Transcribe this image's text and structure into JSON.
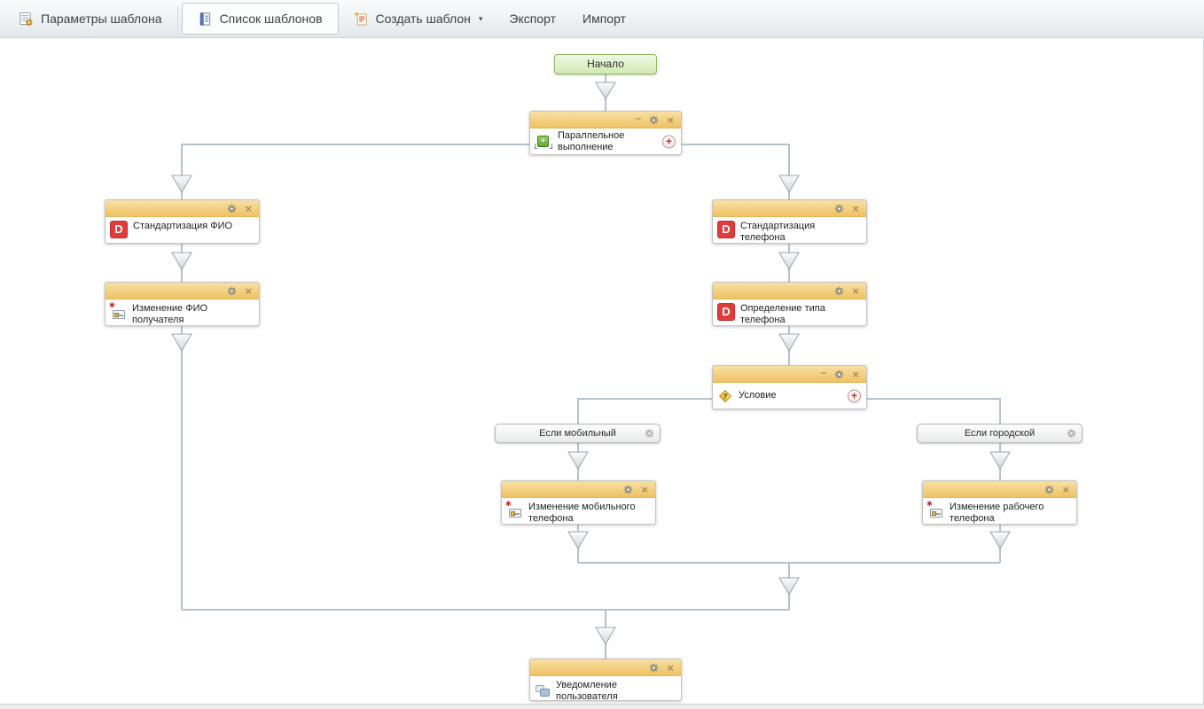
{
  "toolbar": {
    "params_label": "Параметры шаблона",
    "list_label": "Список шаблонов",
    "create_label": "Создать шаблон",
    "create_caret": "▾",
    "export_label": "Экспорт",
    "import_label": "Импорт"
  },
  "controls": {
    "minimize": "–",
    "close": "×",
    "add": "+"
  },
  "icons": {
    "dadata_letter": "D",
    "condition_mark": "?",
    "parallel_plus": "+",
    "required_star": "✱"
  },
  "nodes": {
    "start": {
      "label": "Начало"
    },
    "parallel": {
      "label": "Параллельное выполнение"
    },
    "std_fio": {
      "label": "Стандартизация ФИО"
    },
    "change_fio": {
      "label": "Изменение ФИО получателя"
    },
    "std_phone": {
      "label": "Стандартизация телефона"
    },
    "phone_type": {
      "label": "Определение типа телефона"
    },
    "condition": {
      "label": "Условие"
    },
    "if_mobile": {
      "label": "Если мобильный"
    },
    "if_city": {
      "label": "Если городской"
    },
    "change_mobile": {
      "label": "Изменение мобильного телефона"
    },
    "change_work": {
      "label": "Изменение рабочего телефона"
    },
    "notify": {
      "label": "Уведомление пользователя"
    }
  },
  "colors": {
    "node_header": "#f2c96e",
    "connector": "#b5c2ce",
    "start_fill": "#d9edbb",
    "start_border": "#90b964",
    "dadata_red": "#e03c3c",
    "add_red": "#c22a2a"
  }
}
